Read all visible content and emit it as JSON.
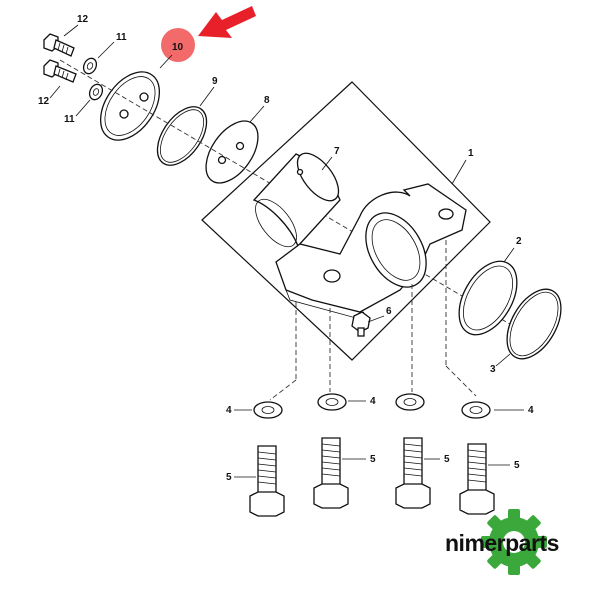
{
  "callouts": {
    "c1": "1",
    "c2": "2",
    "c3": "3",
    "c4a": "4",
    "c4b": "4",
    "c4c": "4",
    "c5a": "5",
    "c5b": "5",
    "c5c": "5",
    "c5d": "5",
    "c6": "6",
    "c7": "7",
    "c8": "8",
    "c9": "9",
    "c10": "10",
    "c11a": "11",
    "c11b": "11",
    "c12a": "12",
    "c12b": "12"
  },
  "brand": {
    "text": "nimerparts"
  },
  "colors": {
    "highlight": "#f26a6a",
    "arrow": "#e8202a",
    "gear": "#3aa83a"
  }
}
